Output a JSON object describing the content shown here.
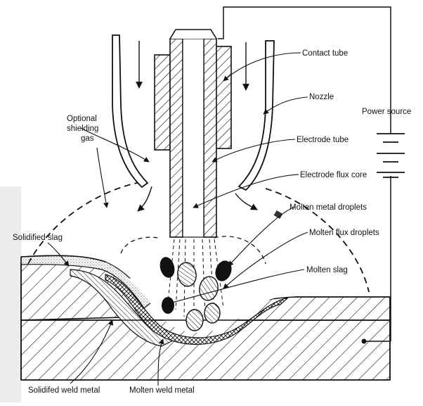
{
  "labels": {
    "contact_tube": "Contact tube",
    "nozzle": "Nozzle",
    "power_source": "Power source",
    "optional_shielding_gas_line1": "Optional",
    "optional_shielding_gas_line2": "shielding",
    "optional_shielding_gas_line3": "gas",
    "electrode_tube": "Electrode tube",
    "electrode_flux_core": "Electrode flux core",
    "molten_metal_droplets": "Molten metal droplets",
    "molten_flux_droplets": "Molten flux droplets",
    "solidified_slag": "Solidified slag",
    "molten_slag": "Molten slag",
    "solidified_weld_metal": "Solidifed weld metal",
    "molten_weld_metal": "Molten weld metal"
  },
  "colors": {
    "ink": "#111111",
    "background": "#ffffff",
    "base_shade": "#ececec"
  }
}
